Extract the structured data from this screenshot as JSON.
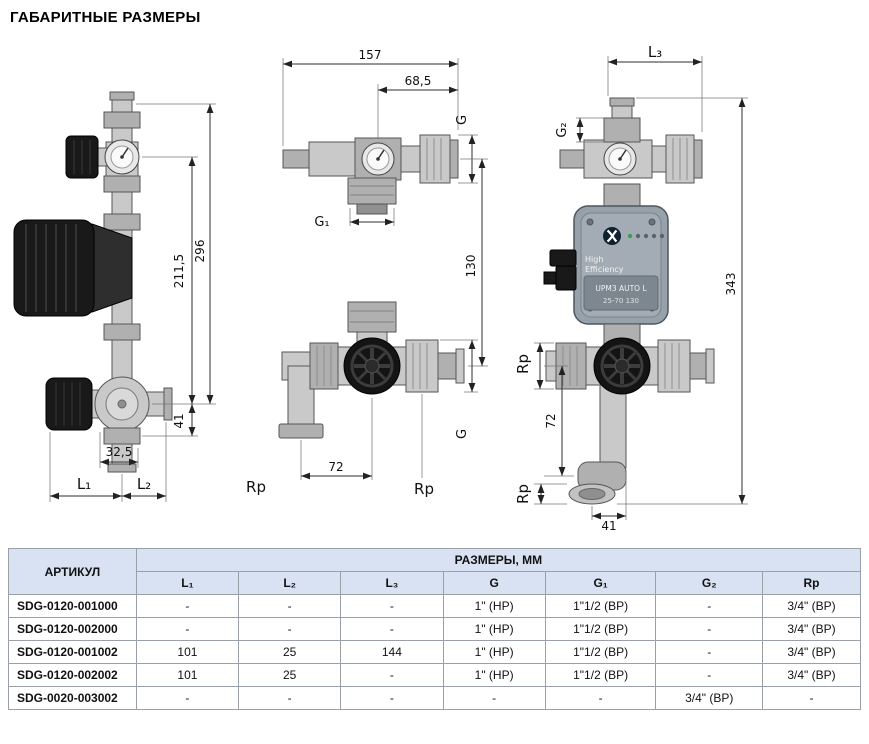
{
  "page": {
    "title": "ГАБАРИТНЫЕ РАЗМЕРЫ"
  },
  "drawing": {
    "left": {
      "dim_211_5": "211,5",
      "dim_296": "296",
      "dim_41": "41",
      "dim_32_5": "32,5",
      "dim_l1": "L₁",
      "dim_l2": "L₂"
    },
    "middle": {
      "dim_157": "157",
      "dim_68_5": "68,5",
      "dim_g_top": "G",
      "dim_g1": "G₁",
      "dim_130": "130",
      "dim_rp_left": "Rp",
      "dim_72": "72",
      "dim_rp_right": "Rp",
      "dim_g_bottom": "G"
    },
    "right": {
      "dim_l3": "L₃",
      "dim_g2": "G₂",
      "dim_343": "343",
      "dim_rp_top": "Rp",
      "dim_72": "72",
      "dim_rp_bottom": "Rp",
      "dim_41": "41"
    },
    "pump_label": {
      "line1": "High",
      "line2": "Efficiency",
      "model": "UPM3 AUTO L",
      "spec": "25-70 130"
    }
  },
  "table": {
    "col_article": "АРТИКУЛ",
    "col_sizes": "РАЗМЕРЫ, ММ",
    "columns": {
      "l1": "L₁",
      "l2": "L₂",
      "l3": "L₃",
      "g": "G",
      "g1": "G₁",
      "g2": "G₂",
      "rp": "Rp"
    },
    "rows": [
      {
        "article": "SDG-0120-001000",
        "l1": "-",
        "l2": "-",
        "l3": "-",
        "g": "1\" (НР)",
        "g1": "1\"1/2 (ВР)",
        "g2": "-",
        "rp": "3/4\" (ВР)"
      },
      {
        "article": "SDG-0120-002000",
        "l1": "-",
        "l2": "-",
        "l3": "-",
        "g": "1\" (НР)",
        "g1": "1\"1/2 (ВР)",
        "g2": "-",
        "rp": "3/4\" (ВР)"
      },
      {
        "article": "SDG-0120-001002",
        "l1": "101",
        "l2": "25",
        "l3": "144",
        "g": "1\" (НР)",
        "g1": "1\"1/2 (ВР)",
        "g2": "-",
        "rp": "3/4\" (ВР)"
      },
      {
        "article": "SDG-0120-002002",
        "l1": "101",
        "l2": "25",
        "l3": "-",
        "g": "1\" (НР)",
        "g1": "1\"1/2 (ВР)",
        "g2": "-",
        "rp": "3/4\" (ВР)"
      },
      {
        "article": "SDG-0020-003002",
        "l1": "-",
        "l2": "-",
        "l3": "-",
        "g": "-",
        "g1": "-",
        "g2": "3/4\" (ВР)",
        "rp": "-"
      }
    ]
  }
}
